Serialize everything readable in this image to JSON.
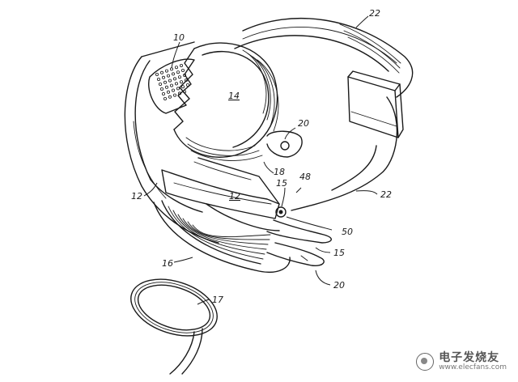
{
  "labels": {
    "l10": "10",
    "l12_left": "12",
    "l12_center": "12",
    "l14": "14",
    "l15_top": "15",
    "l15_right": "15",
    "l16": "16",
    "l17": "17",
    "l18": "18",
    "l20_top": "20",
    "l20_bottom": "20",
    "l22_top": "22",
    "l22_right": "22",
    "l48": "48",
    "l50": "50"
  },
  "watermark": {
    "brand_cn": "电子发烧友",
    "url": "www.elecfans.com"
  }
}
